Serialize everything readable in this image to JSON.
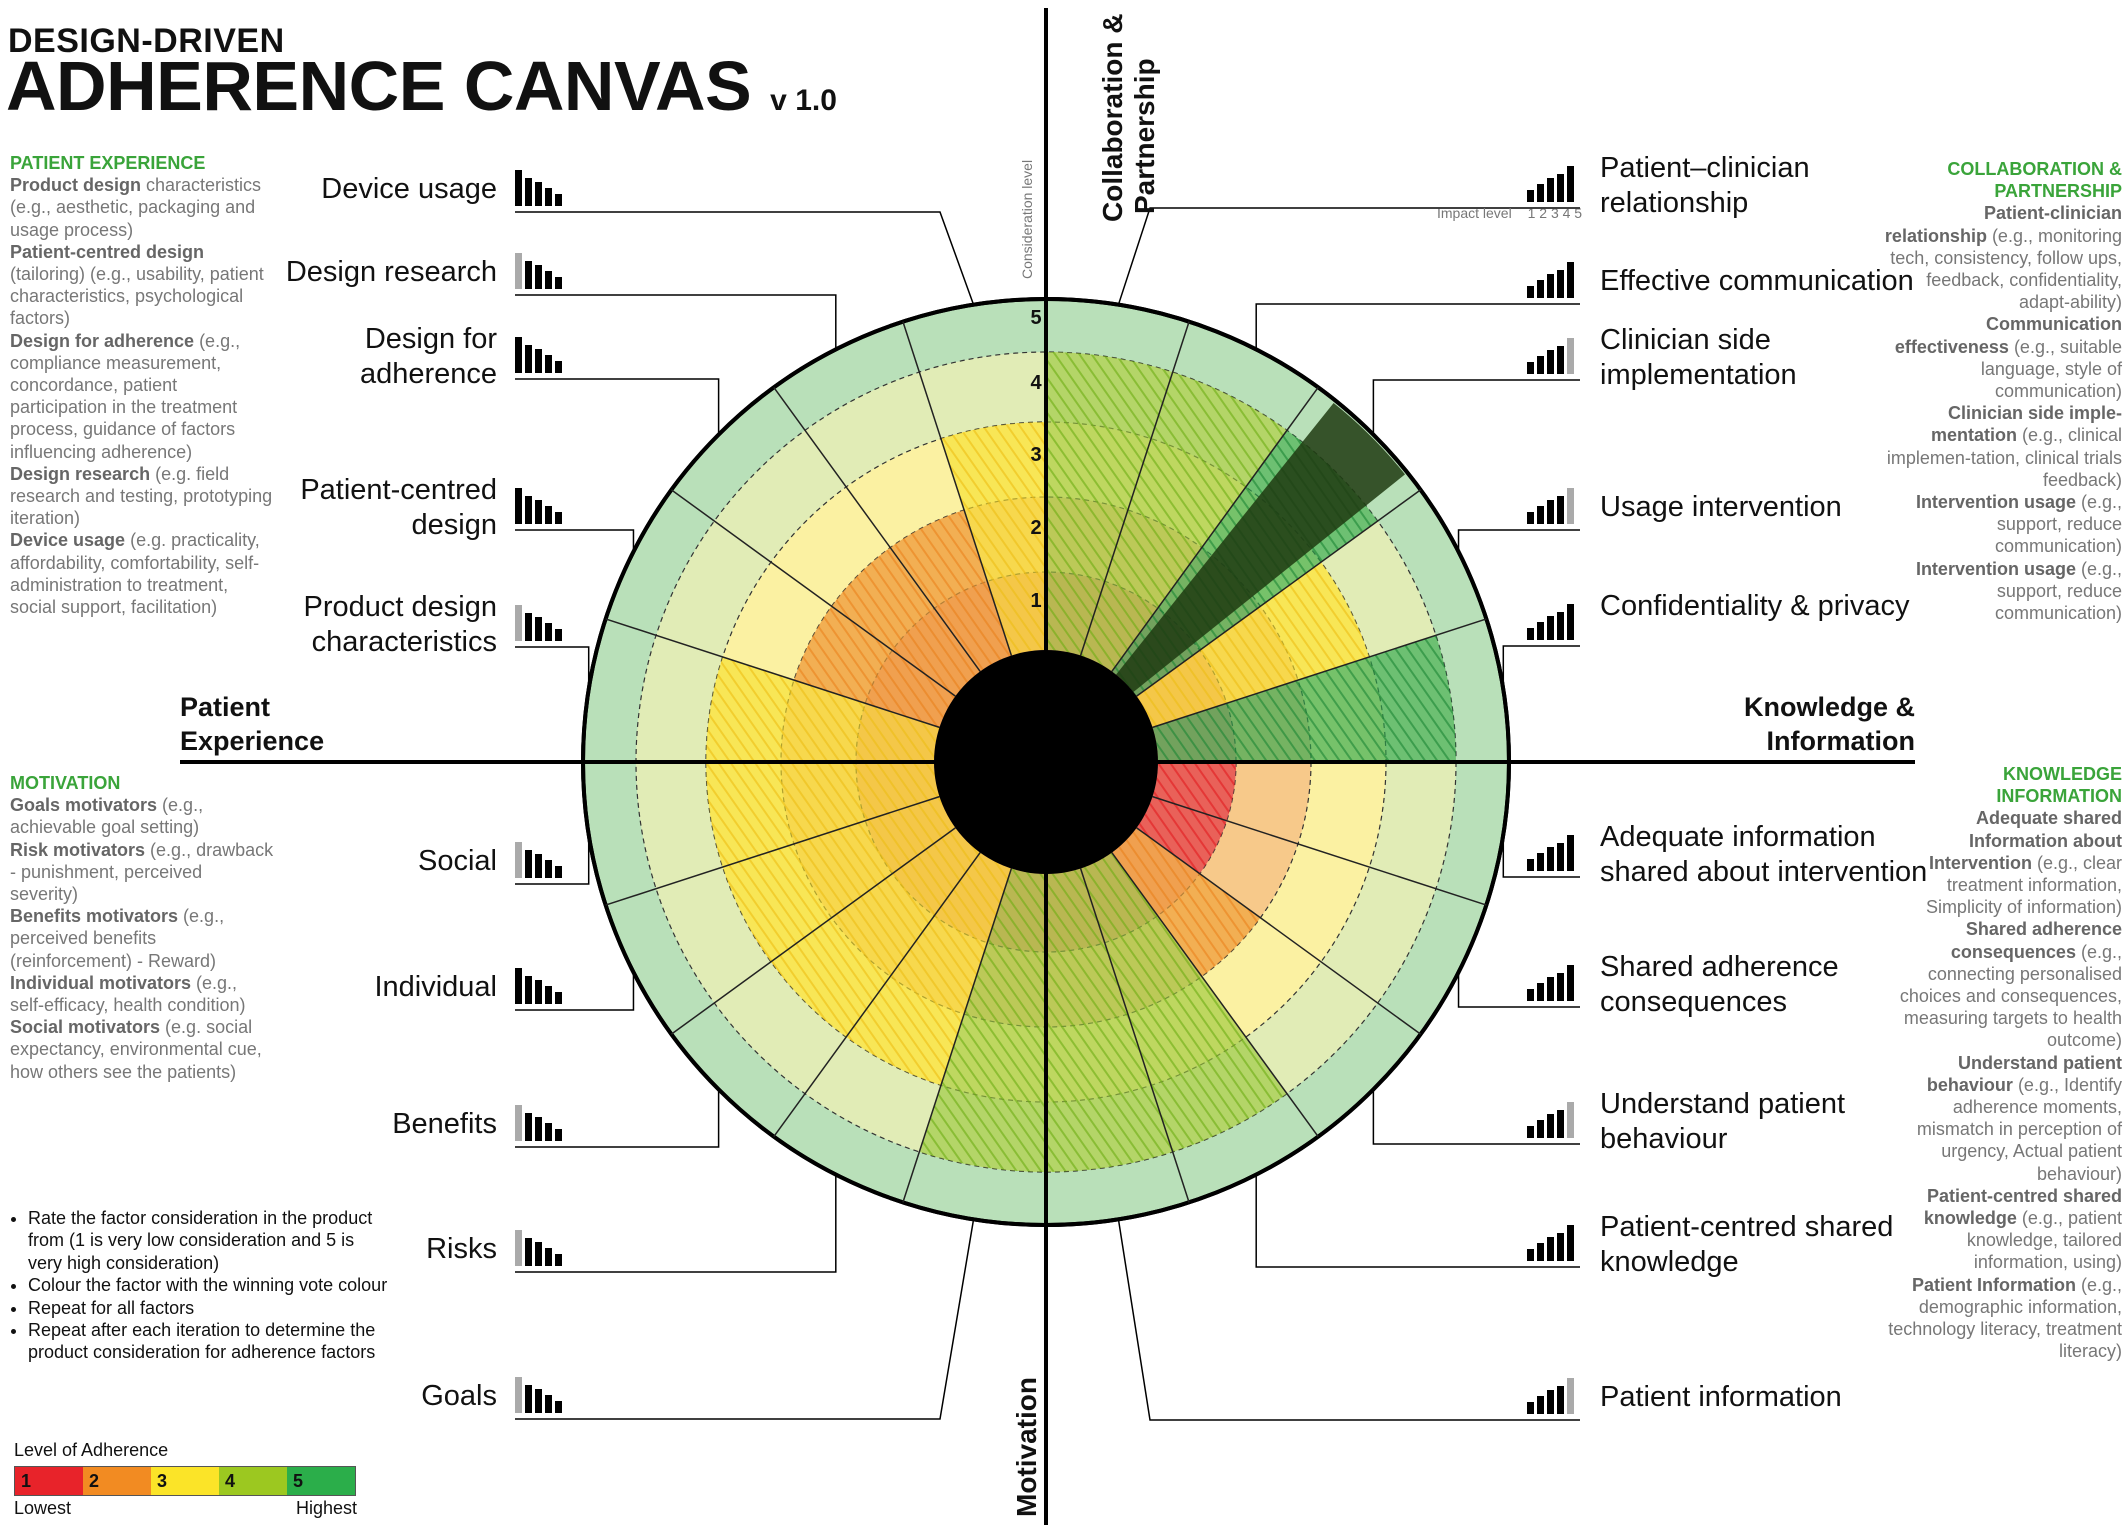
{
  "header": {
    "title_line1": "DESIGN-DRIVEN",
    "title_line2": "ADHERENCE CANVAS",
    "version": "v 1.0"
  },
  "axes": {
    "top": "Collaboration & Partnership",
    "top_line1": "Collaboration &",
    "top_line2": "Partnership",
    "bottom": "Motivation",
    "left_line1": "Patient",
    "left_line2": "Experience",
    "right_line1": "Knowledge &",
    "right_line2": "Information",
    "consideration_level": "Consideration level",
    "impact_level": "Impact level",
    "impact_scale": [
      "1",
      "2",
      "3",
      "4",
      "5"
    ],
    "ring_numbers": [
      "1",
      "2",
      "3",
      "4",
      "5"
    ]
  },
  "left_panel": {
    "patient_experience": {
      "heading": "PATIENT EXPERIENCE",
      "items": [
        {
          "head": "Product design",
          "text": " characteristics (e.g., aesthetic, packaging and usage process)"
        },
        {
          "head": "Patient-centred design",
          "text": " (tailoring) (e.g., usability, patient characteristics, psychological factors)"
        },
        {
          "head": "Design for adherence",
          "text": " (e.g., compliance measurement, concordance, patient participation in the treatment process, guidance of factors influencing adherence)"
        },
        {
          "head": "Design research",
          "text": " (e.g. field research and testing, prototyping iteration)"
        },
        {
          "head": "Device usage",
          "text": " (e.g. practicality, affordability, comfortability, self-administration to treatment, social support, facilitation)"
        }
      ]
    },
    "motivation": {
      "heading": "MOTIVATION",
      "items": [
        {
          "head": "Goals motivators",
          "text": " (e.g., achievable goal setting)"
        },
        {
          "head": "Risk motivators",
          "text": " (e.g., drawback - punishment, perceived severity)"
        },
        {
          "head": "Benefits motivators",
          "text": " (e.g., perceived benefits (reinforcement) - Reward)"
        },
        {
          "head": "Individual motivators",
          "text": " (e.g., self-efficacy, health condition)"
        },
        {
          "head": "Social motivators",
          "text": " (e.g. social expectancy, environmental cue, how others see the patients)"
        }
      ]
    }
  },
  "right_panel": {
    "collaboration": {
      "heading_line1": "COLLABORATION &",
      "heading_line2": "PARTNERSHIP",
      "items": [
        {
          "head": "Patient-clinician relationship",
          "text": " (e.g., monitoring tech, consistency, follow ups, feedback, confidentiality, adapt-ability)"
        },
        {
          "head": "Communication effectiveness",
          "text": " (e.g., suitable language, style of communication)"
        },
        {
          "head": "Clinician side imple-mentation",
          "text": " (e.g., clinical implemen-tation, clinical trials feedback)"
        },
        {
          "head": "Intervention usage",
          "text": " (e.g., support, reduce communication)"
        },
        {
          "head": "Intervention usage",
          "text": " (e.g., support, reduce communication)"
        }
      ]
    },
    "knowledge": {
      "heading_line1": "KNOWLEDGE",
      "heading_line2": "INFORMATION",
      "items": [
        {
          "head": "Adequate shared Information about Intervention",
          "text": " (e.g., clear treatment information, Simplicity of information)"
        },
        {
          "head": "Shared adherence consequences",
          "text": " (e.g., connecting personalised choices and consequences, measuring targets to health outcome)"
        },
        {
          "head": "Understand patient behaviour",
          "text": " (e.g., Identify adherence moments, mismatch in perception of urgency, Actual patient behaviour)"
        },
        {
          "head": "Patient-centred shared knowledge",
          "text": " (e.g., patient knowledge, tailored information, using)"
        },
        {
          "head": "Patient Information",
          "text": " (e.g., demographic information, technology literacy, treatment literacy)"
        }
      ]
    }
  },
  "factors_left": [
    {
      "label": "Device usage",
      "quadrant": "patient_experience"
    },
    {
      "label": "Design research",
      "quadrant": "patient_experience"
    },
    {
      "label": "Design for adherence",
      "quadrant": "patient_experience"
    },
    {
      "label": "Patient-centred design",
      "quadrant": "patient_experience"
    },
    {
      "label": "Product design characteristics",
      "quadrant": "patient_experience"
    },
    {
      "label": "Social",
      "quadrant": "motivation"
    },
    {
      "label": "Individual",
      "quadrant": "motivation"
    },
    {
      "label": "Benefits",
      "quadrant": "motivation"
    },
    {
      "label": "Risks",
      "quadrant": "motivation"
    },
    {
      "label": "Goals",
      "quadrant": "motivation"
    }
  ],
  "factors_right": [
    {
      "label": "Patient–clinician relationship",
      "quadrant": "collaboration"
    },
    {
      "label": "Effective communication",
      "quadrant": "collaboration"
    },
    {
      "label": "Clinician side implementation",
      "quadrant": "collaboration"
    },
    {
      "label": "Usage intervention",
      "quadrant": "collaboration"
    },
    {
      "label": "Confidentiality & privacy",
      "quadrant": "collaboration"
    },
    {
      "label": "Adequate information shared about intervention",
      "quadrant": "knowledge"
    },
    {
      "label": "Shared adherence consequences",
      "quadrant": "knowledge"
    },
    {
      "label": "Understand patient behaviour",
      "quadrant": "knowledge"
    },
    {
      "label": "Patient-centred shared knowledge",
      "quadrant": "knowledge"
    },
    {
      "label": "Patient information",
      "quadrant": "knowledge"
    }
  ],
  "instructions": [
    "Rate the factor consideration in the product from (1 is very low consideration and 5 is very high consideration)",
    "Colour the factor with the winning vote colour",
    "Repeat for all factors",
    "Repeat after each iteration to determine the product consideration for adherence factors"
  ],
  "legend": {
    "title": "Level of Adherence",
    "low": "Lowest",
    "high": "Highest",
    "levels": [
      {
        "label": "1",
        "color": "#e8232a"
      },
      {
        "label": "2",
        "color": "#f28b22"
      },
      {
        "label": "3",
        "color": "#fbe428"
      },
      {
        "label": "4",
        "color": "#9cc820"
      },
      {
        "label": "5",
        "color": "#2bae4a"
      }
    ]
  },
  "colors": {
    "ring1": "#ef9a7c",
    "ring2": "#f7c98a",
    "ring3": "#fbf1a2",
    "ring4": "#e1ecb6",
    "ring5": "#b9e0b9",
    "accent_green": "#3aa43a",
    "hub": "#000000"
  }
}
